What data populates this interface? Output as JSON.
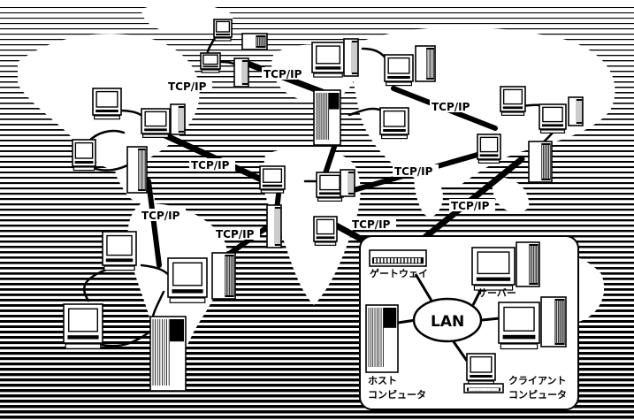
{
  "labels": {
    "protocol": "TCP/IP",
    "lan": "LAN",
    "gateway": "ゲートウェイ",
    "server": "サーバー",
    "host_line1": "ホスト",
    "host_line2": "コンピュータ",
    "client_line1": "クライアント",
    "client_line2": "コンピュータ"
  },
  "colors": {
    "ink": "#000000",
    "paper": "#ffffff"
  }
}
